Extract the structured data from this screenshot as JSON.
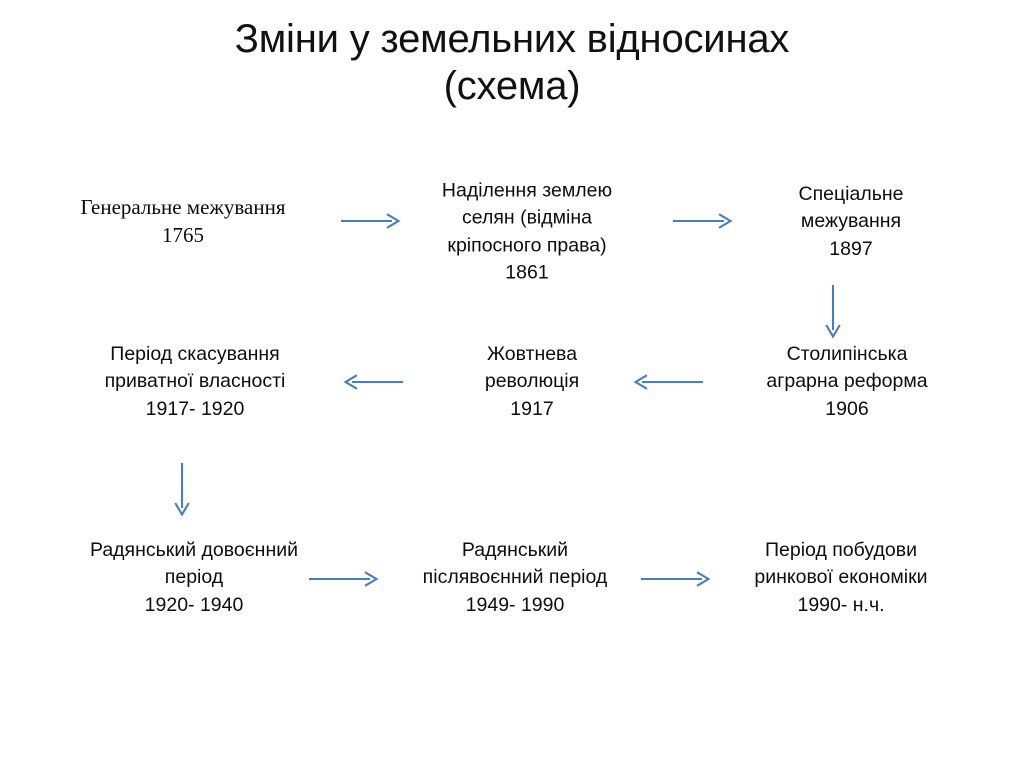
{
  "slide": {
    "title_lines": [
      "Зміни у земельних відносинах",
      "(схема)"
    ],
    "background_color": "#ffffff",
    "text_color": "#0d0d0d",
    "arrow_color": "#4a7ebb"
  },
  "diagram": {
    "type": "flowchart",
    "flow": "serpentine-left-to-right-then-right-to-left",
    "rows": 3,
    "columns": 3,
    "nodes": [
      {
        "id": "node-1",
        "row": 1,
        "column": 1,
        "font": "serif",
        "lines": [
          "Генеральне межування",
          "1765"
        ],
        "label": "Генеральне межування",
        "year": "1765"
      },
      {
        "id": "node-2",
        "row": 1,
        "column": 2,
        "font": "sans",
        "lines": [
          "Наділення землею",
          "селян (відміна",
          "кріпосного права)",
          "1861"
        ],
        "label": "Наділення землею селян (відміна кріпосного права)",
        "year": "1861"
      },
      {
        "id": "node-3",
        "row": 1,
        "column": 3,
        "font": "sans",
        "lines": [
          "Спеціальне",
          "межування",
          "1897"
        ],
        "label": "Спеціальне межування",
        "year": "1897"
      },
      {
        "id": "node-4",
        "row": 2,
        "column": 3,
        "font": "sans",
        "lines": [
          "Столипінська",
          "аграрна реформа",
          "1906"
        ],
        "label": "Столипінська аграрна реформа",
        "year": "1906"
      },
      {
        "id": "node-5",
        "row": 2,
        "column": 2,
        "font": "sans",
        "lines": [
          "Жовтнева",
          "революція",
          "1917"
        ],
        "label": "Жовтнева революція",
        "year": "1917"
      },
      {
        "id": "node-6",
        "row": 2,
        "column": 1,
        "font": "sans",
        "lines": [
          "Період скасування",
          "приватної власності",
          "1917- 1920"
        ],
        "label": "Період скасування приватної власності",
        "year": "1917- 1920"
      },
      {
        "id": "node-7",
        "row": 3,
        "column": 1,
        "font": "sans",
        "lines": [
          "Радянський довоєнний",
          "період",
          "1920- 1940"
        ],
        "label": "Радянський довоєнний період",
        "year": "1920- 1940"
      },
      {
        "id": "node-8",
        "row": 3,
        "column": 2,
        "font": "sans",
        "lines": [
          "Радянський",
          "післявоєнний період",
          "1949- 1990"
        ],
        "label": "Радянський післявоєнний період",
        "year": "1949- 1990"
      },
      {
        "id": "node-9",
        "row": 3,
        "column": 3,
        "font": "sans",
        "lines": [
          "Період побудови",
          "ринкової економіки",
          "1990- н.ч."
        ],
        "label": "Період побудови ринкової економіки",
        "year": "1990- н.ч."
      }
    ],
    "connectors": [
      {
        "id": "arrow-1",
        "from": "node-1",
        "to": "node-2",
        "direction": "right"
      },
      {
        "id": "arrow-2",
        "from": "node-2",
        "to": "node-3",
        "direction": "right"
      },
      {
        "id": "arrow-3",
        "from": "node-3",
        "to": "node-4",
        "direction": "down"
      },
      {
        "id": "arrow-4",
        "from": "node-4",
        "to": "node-5",
        "direction": "left"
      },
      {
        "id": "arrow-5",
        "from": "node-5",
        "to": "node-6",
        "direction": "left"
      },
      {
        "id": "arrow-6",
        "from": "node-6",
        "to": "node-7",
        "direction": "down"
      },
      {
        "id": "arrow-7",
        "from": "node-7",
        "to": "node-8",
        "direction": "right"
      },
      {
        "id": "arrow-8",
        "from": "node-8",
        "to": "node-9",
        "direction": "right"
      }
    ]
  }
}
